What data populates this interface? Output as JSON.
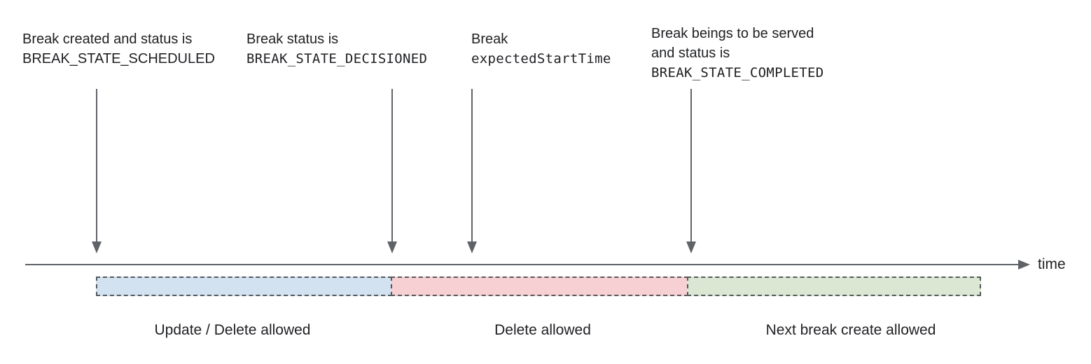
{
  "diagram": {
    "annotations": [
      {
        "lines": [
          "Break created and status is",
          "BREAK_STATE_SCHEDULED"
        ]
      },
      {
        "lines": [
          "Break status is",
          "BREAK_STATE_DECISIONED"
        ]
      },
      {
        "lines": [
          "Break",
          "expectedStartTime"
        ]
      },
      {
        "lines": [
          "Break beings to be served",
          "and status is",
          "BREAK_STATE_COMPLETED"
        ]
      }
    ],
    "axis_label": "time",
    "segments": [
      {
        "label": "Update / Delete allowed",
        "color": "#d2e2f1"
      },
      {
        "label": "Delete allowed",
        "color": "#f6d0d3"
      },
      {
        "label": "Next break create allowed",
        "color": "#dbe7d2"
      }
    ],
    "colors": {
      "arrow": "#5f6368",
      "segment_border": "#55585c",
      "text": "#202124"
    }
  }
}
